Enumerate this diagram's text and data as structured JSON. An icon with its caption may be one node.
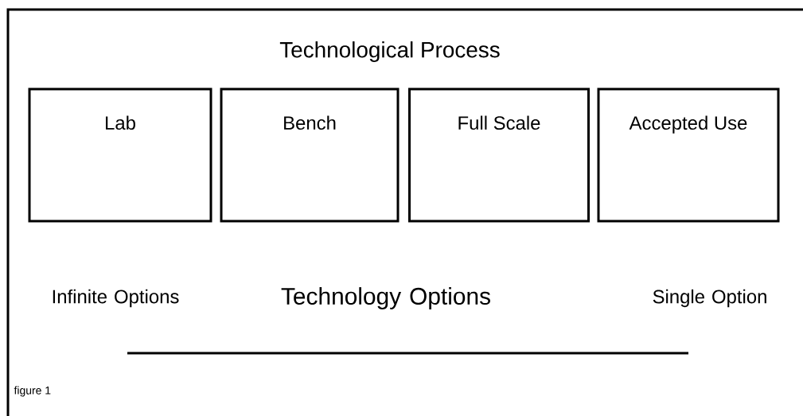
{
  "diagram": {
    "title": "Technological Process",
    "caption": "figure 1",
    "nodes": [
      {
        "text": [
          "Lab"
        ]
      },
      {
        "text": [
          "Bench"
        ]
      },
      {
        "text": [
          "Full Scale"
        ]
      },
      {
        "text": [
          "Accepted Use"
        ]
      }
    ],
    "labels": [
      "Infinite Options",
      "Technology Options",
      "Single Option"
    ]
  }
}
